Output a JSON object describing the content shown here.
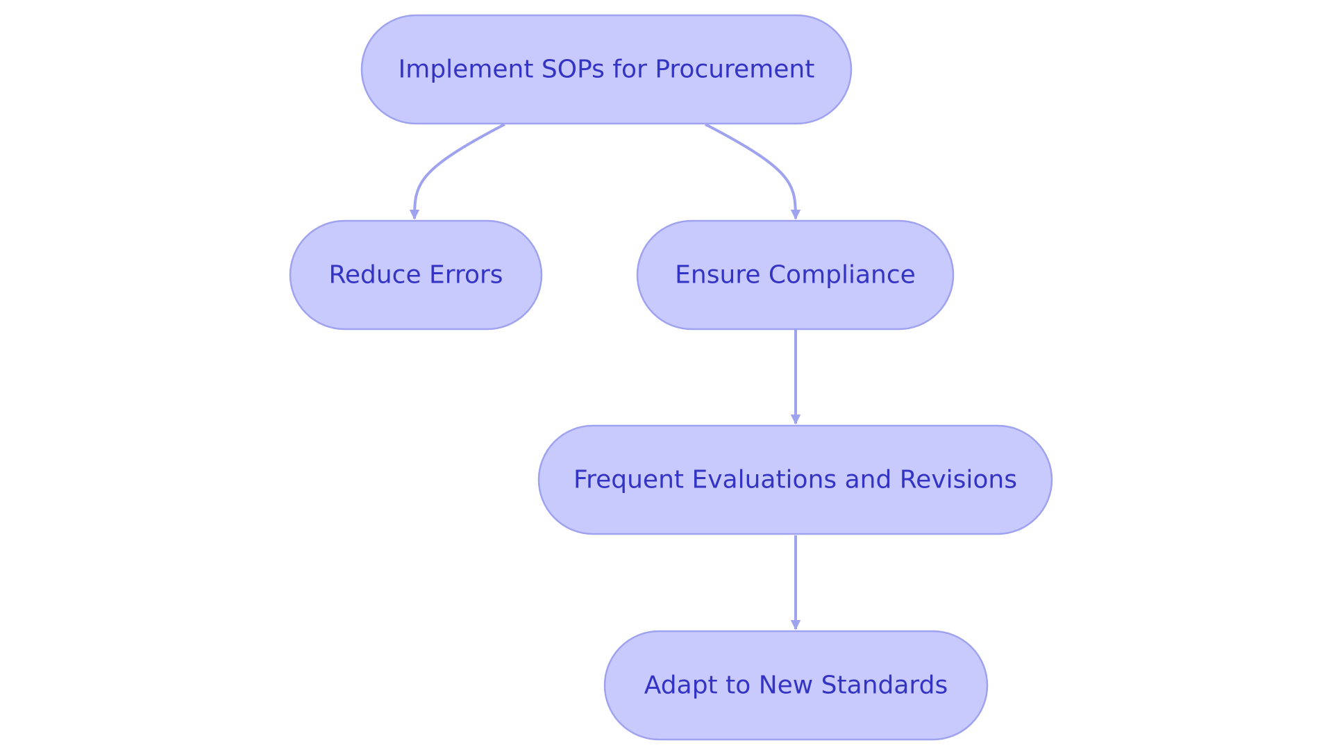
{
  "colors": {
    "background": "#ffffff",
    "node_fill": "#c8cafd",
    "node_stroke": "#9ea2ef",
    "node_text": "#3333c4",
    "edge": "#9ea2ef"
  },
  "diagram": {
    "type": "flowchart",
    "nodes": [
      {
        "id": "n1",
        "label": "Implement SOPs for Procurement"
      },
      {
        "id": "n2",
        "label": "Reduce Errors"
      },
      {
        "id": "n3",
        "label": "Ensure Compliance"
      },
      {
        "id": "n4",
        "label": "Frequent Evaluations and Revisions"
      },
      {
        "id": "n5",
        "label": "Adapt to New Standards"
      }
    ],
    "edges": [
      {
        "from": "n1",
        "to": "n2"
      },
      {
        "from": "n1",
        "to": "n3"
      },
      {
        "from": "n3",
        "to": "n4"
      },
      {
        "from": "n4",
        "to": "n5"
      }
    ]
  }
}
